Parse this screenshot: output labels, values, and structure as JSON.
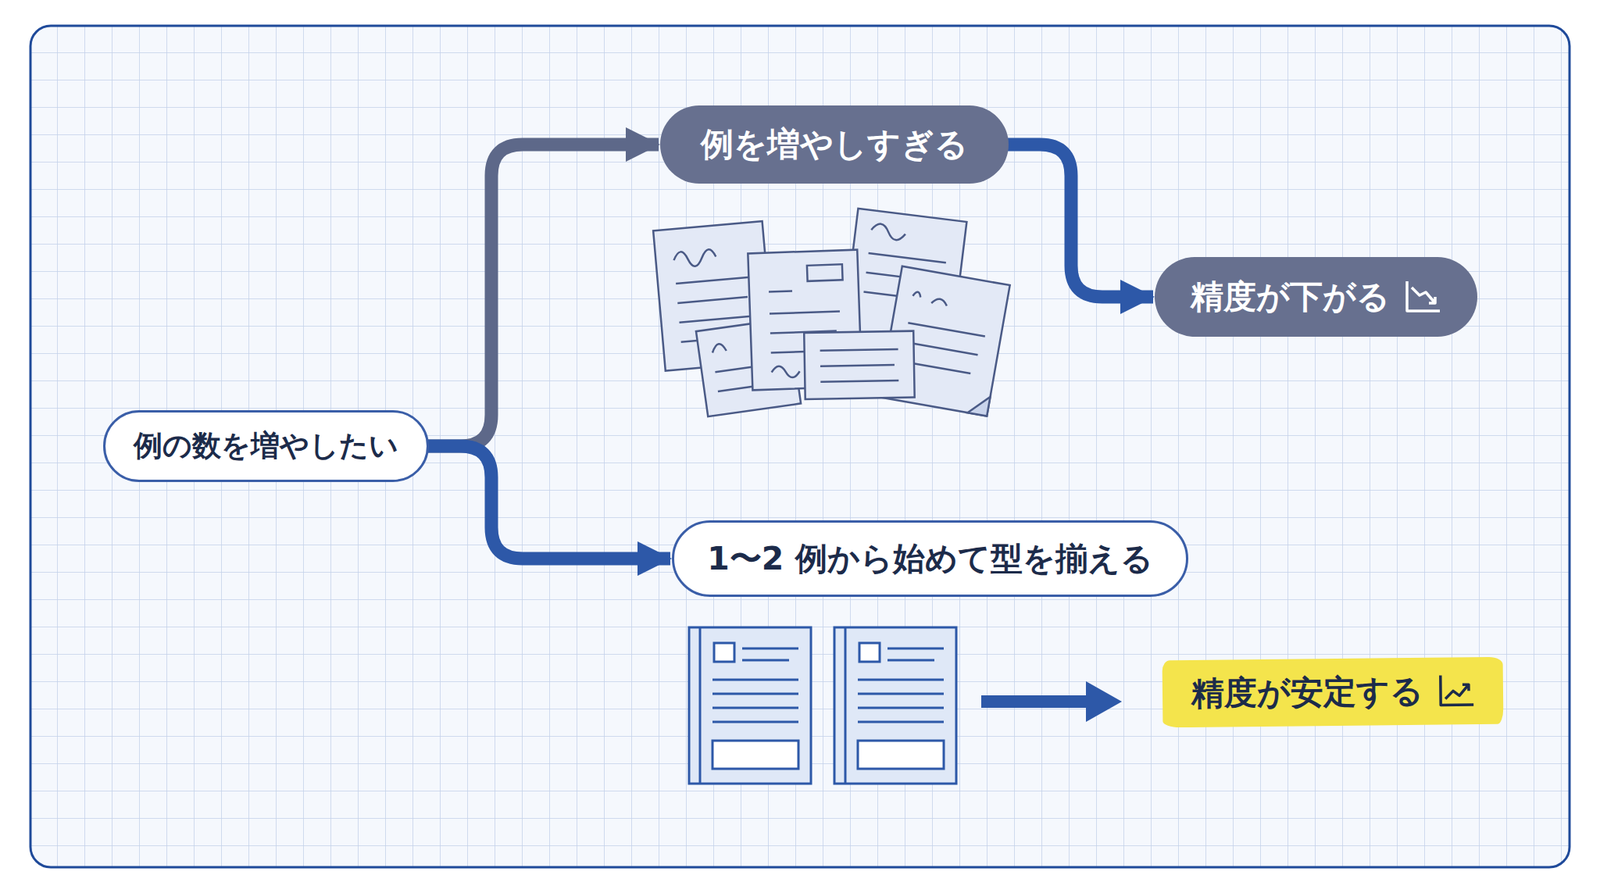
{
  "diagram": {
    "nodes": [
      {
        "text": [
          "例の数を増やしたい"
        ]
      },
      {
        "text": [
          "例を増やしすぎる"
        ]
      },
      {
        "text": [
          "精度が下がる"
        ]
      },
      {
        "text": [
          "1〜2 例から始めて型を揃える"
        ]
      },
      {
        "text": [
          "精度が安定する"
        ]
      }
    ],
    "edges": [
      {
        "from": 0,
        "to": 1,
        "arrow": "to"
      },
      {
        "from": 1,
        "to": 2,
        "arrow": "to"
      },
      {
        "from": 0,
        "to": 3,
        "arrow": "to"
      }
    ]
  }
}
